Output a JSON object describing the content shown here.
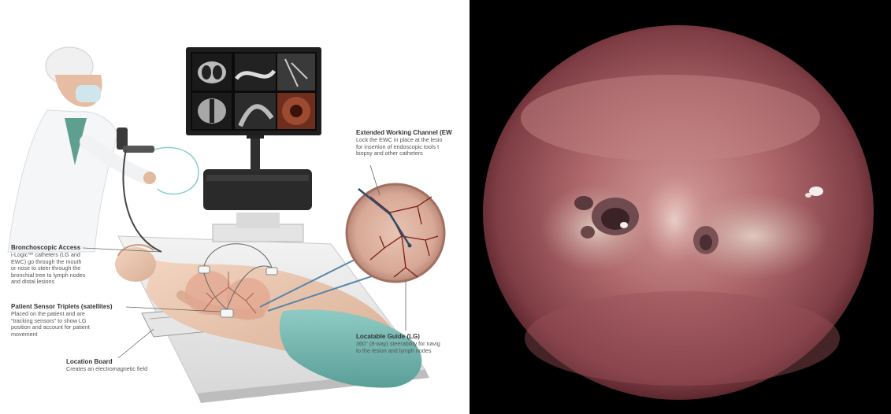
{
  "illustration": {
    "callouts": [
      {
        "id": "extended-working-channel",
        "title": "Extended Working Channel (EW",
        "lines": [
          "Lock the EWC in place at the lesio",
          "for insertion of endoscopic tools t",
          "biopsy and other catheters"
        ]
      },
      {
        "id": "bronchoscopic-access",
        "title": "Bronchoscopic Access",
        "lines": [
          "i-Logic™ catheters (LG and",
          "EWC) go through the mouth",
          "or nose to steer through the",
          "bronchial tree to lymph nodes",
          "and distal lesions"
        ]
      },
      {
        "id": "patient-sensor-triplets",
        "title": "Patient Sensor Triplets (satellites)",
        "lines": [
          "Placed on the patient and are",
          "“tracking sensors” to show LG",
          "position and account for patient",
          "movement"
        ]
      },
      {
        "id": "location-board",
        "title": "Location Board",
        "lines": [
          "Creates an electromagnetic field"
        ]
      },
      {
        "id": "locatable-guide",
        "title": "Locatable Guide (LG)",
        "lines": [
          "360° (8-way) steerability for navig",
          "to the lesion and lymph nodes"
        ]
      }
    ]
  },
  "photo": {
    "subject": "bronchoscopic-view",
    "colors": {
      "mucosa": "#b06a6e",
      "background": "#000000"
    }
  }
}
